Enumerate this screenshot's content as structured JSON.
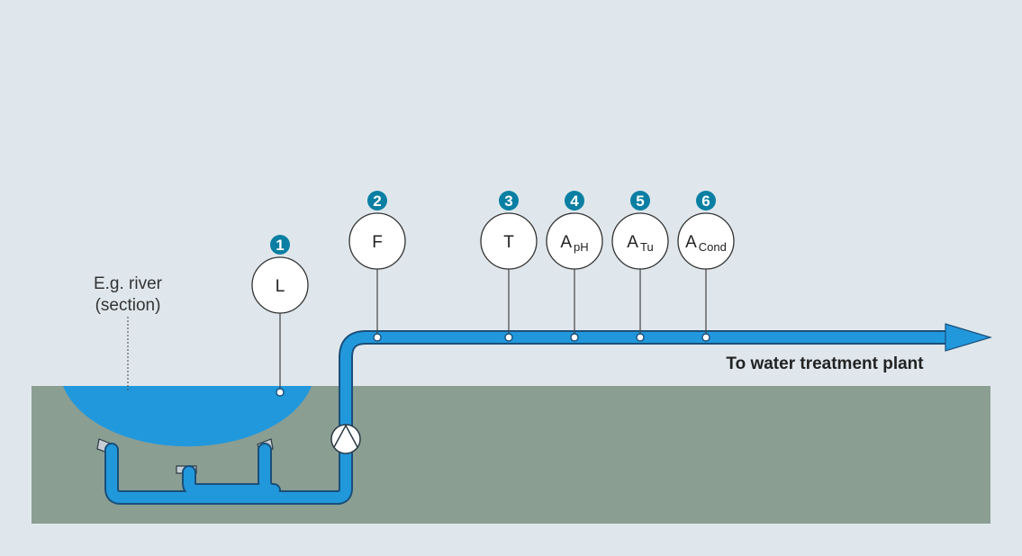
{
  "colors": {
    "background": "#dfe7ec",
    "ground": "#8a9e92",
    "water": "#2298dc",
    "pipe_outline": "#1a4f7a",
    "badge": "#0a7fa3",
    "instrument_fill": "#ffffff",
    "text": "#222222"
  },
  "river_label": {
    "line1": "E.g. river",
    "line2": "(section)"
  },
  "destination_label": "To water treatment plant",
  "instruments": [
    {
      "number": "1",
      "symbol": "L",
      "sub": ""
    },
    {
      "number": "2",
      "symbol": "F",
      "sub": ""
    },
    {
      "number": "3",
      "symbol": "T",
      "sub": ""
    },
    {
      "number": "4",
      "symbol": "A",
      "sub": "pH"
    },
    {
      "number": "5",
      "symbol": "A",
      "sub": "Tu"
    },
    {
      "number": "6",
      "symbol": "A",
      "sub": "Cond"
    }
  ],
  "icons": {
    "pump": "pump-icon",
    "flow_arrow": "arrow-right-icon"
  }
}
